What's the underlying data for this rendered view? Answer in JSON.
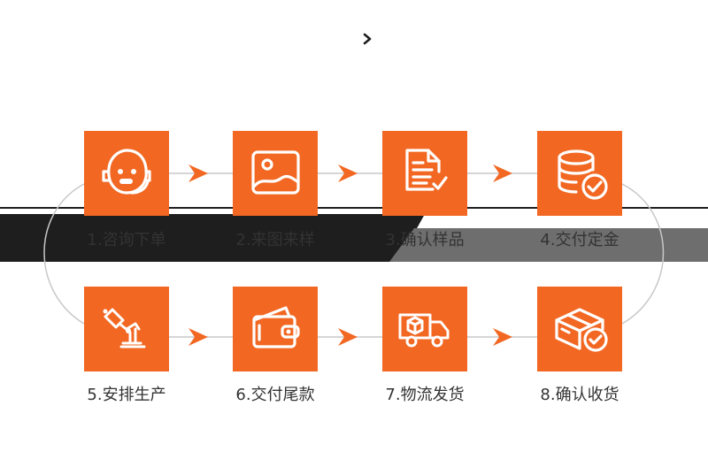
{
  "header": {
    "title_cn": "定制流程",
    "separator": "/",
    "title_en": "CUSTOM PROCESS",
    "arrow_icon": "chevron-right-icon"
  },
  "colors": {
    "accent": "#f26722",
    "header_dark": "#1e1e1e",
    "header_grey": "#6e6e6e",
    "connector_line": "#c8c8c8",
    "label_text": "#333333"
  },
  "steps": [
    {
      "label": "1.咨询下单",
      "icon": "customer-service-icon"
    },
    {
      "label": "2.来图来样",
      "icon": "image-icon"
    },
    {
      "label": "3.确认样品",
      "icon": "document-check-icon"
    },
    {
      "label": "4.交付定金",
      "icon": "coin-stack-check-icon"
    },
    {
      "label": "5.安排生产",
      "icon": "robotic-arm-icon"
    },
    {
      "label": "6.交付尾款",
      "icon": "wallet-icon"
    },
    {
      "label": "7.物流发货",
      "icon": "delivery-truck-icon"
    },
    {
      "label": "8.确认收货",
      "icon": "package-check-icon"
    }
  ]
}
